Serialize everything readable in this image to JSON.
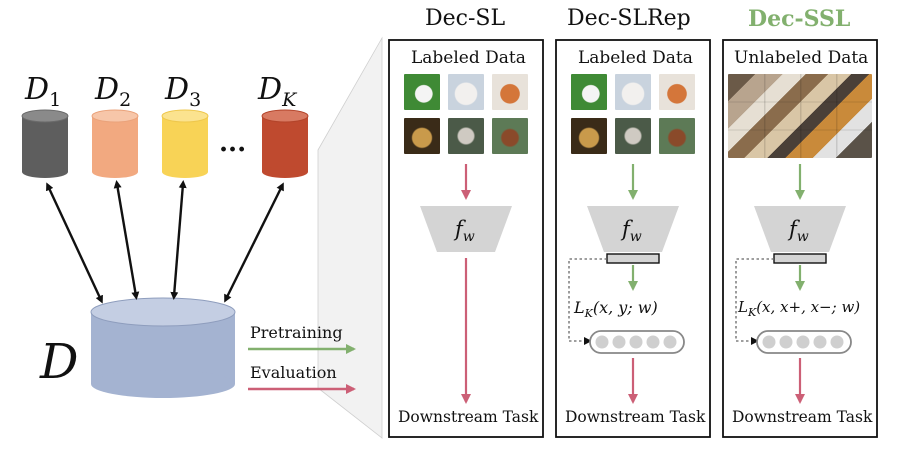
{
  "source": {
    "dataset_labels": [
      "D",
      "D",
      "D",
      "D"
    ],
    "dataset_subscripts": [
      "1",
      "2",
      "3",
      "K"
    ],
    "ellipsis": "...",
    "central_label": "D",
    "pretraining_label": "Pretraining",
    "evaluation_label": "Evaluation"
  },
  "columns": [
    {
      "title": "Dec-SL",
      "data_label": "Labeled Data",
      "model_label": "f",
      "model_subscript": "w",
      "downstream": "Downstream Task"
    },
    {
      "title": "Dec-SLRep",
      "data_label": "Labeled Data",
      "model_label": "f",
      "model_subscript": "w",
      "loss_prefix": "L",
      "loss_sub": "K",
      "loss_args": "(x, y; w)",
      "downstream": "Downstream Task"
    },
    {
      "title": "Dec-SSL",
      "data_label": "Unlabeled Data",
      "model_label": "f",
      "model_subscript": "w",
      "loss_prefix": "L",
      "loss_sub": "K",
      "loss_args": "(x, x+, x−; w)",
      "downstream": "Downstream Task"
    }
  ],
  "colors": {
    "ink": "#111111",
    "pretraining": "#82b06e",
    "evaluation": "#cc5f76",
    "highlight_title": "#82b06e",
    "db_dark": "#606060",
    "db_orange": "#f2a980",
    "db_yellow": "#f8d356",
    "db_red": "#bf4a2f",
    "db_central": "#a4b3d1",
    "model_gray": "#d4d4d4"
  }
}
